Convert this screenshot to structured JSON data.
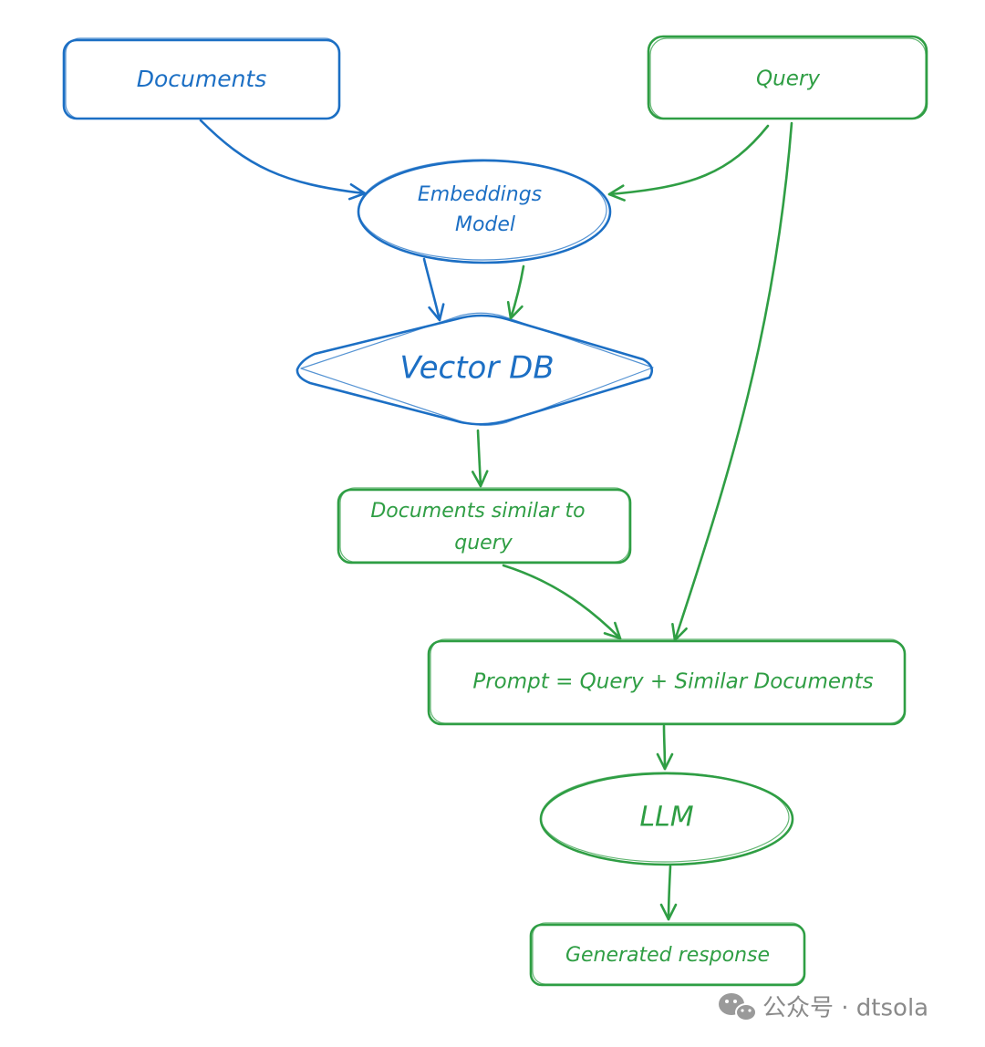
{
  "nodes": {
    "documents": "Documents",
    "query": "Query",
    "embeddings_line1": "Embeddings",
    "embeddings_line2": "Model",
    "vector_db": "Vector DB",
    "similar_line1": "Documents similar to",
    "similar_line2": "query",
    "prompt": "Prompt = Query + Similar Documents",
    "llm": "LLM",
    "generated": "Generated response"
  },
  "watermark": {
    "text": "公众号 · dtsola",
    "icon": "wechat-icon"
  },
  "colors": {
    "blue": "#1c6fc4",
    "green": "#2f9e44"
  }
}
